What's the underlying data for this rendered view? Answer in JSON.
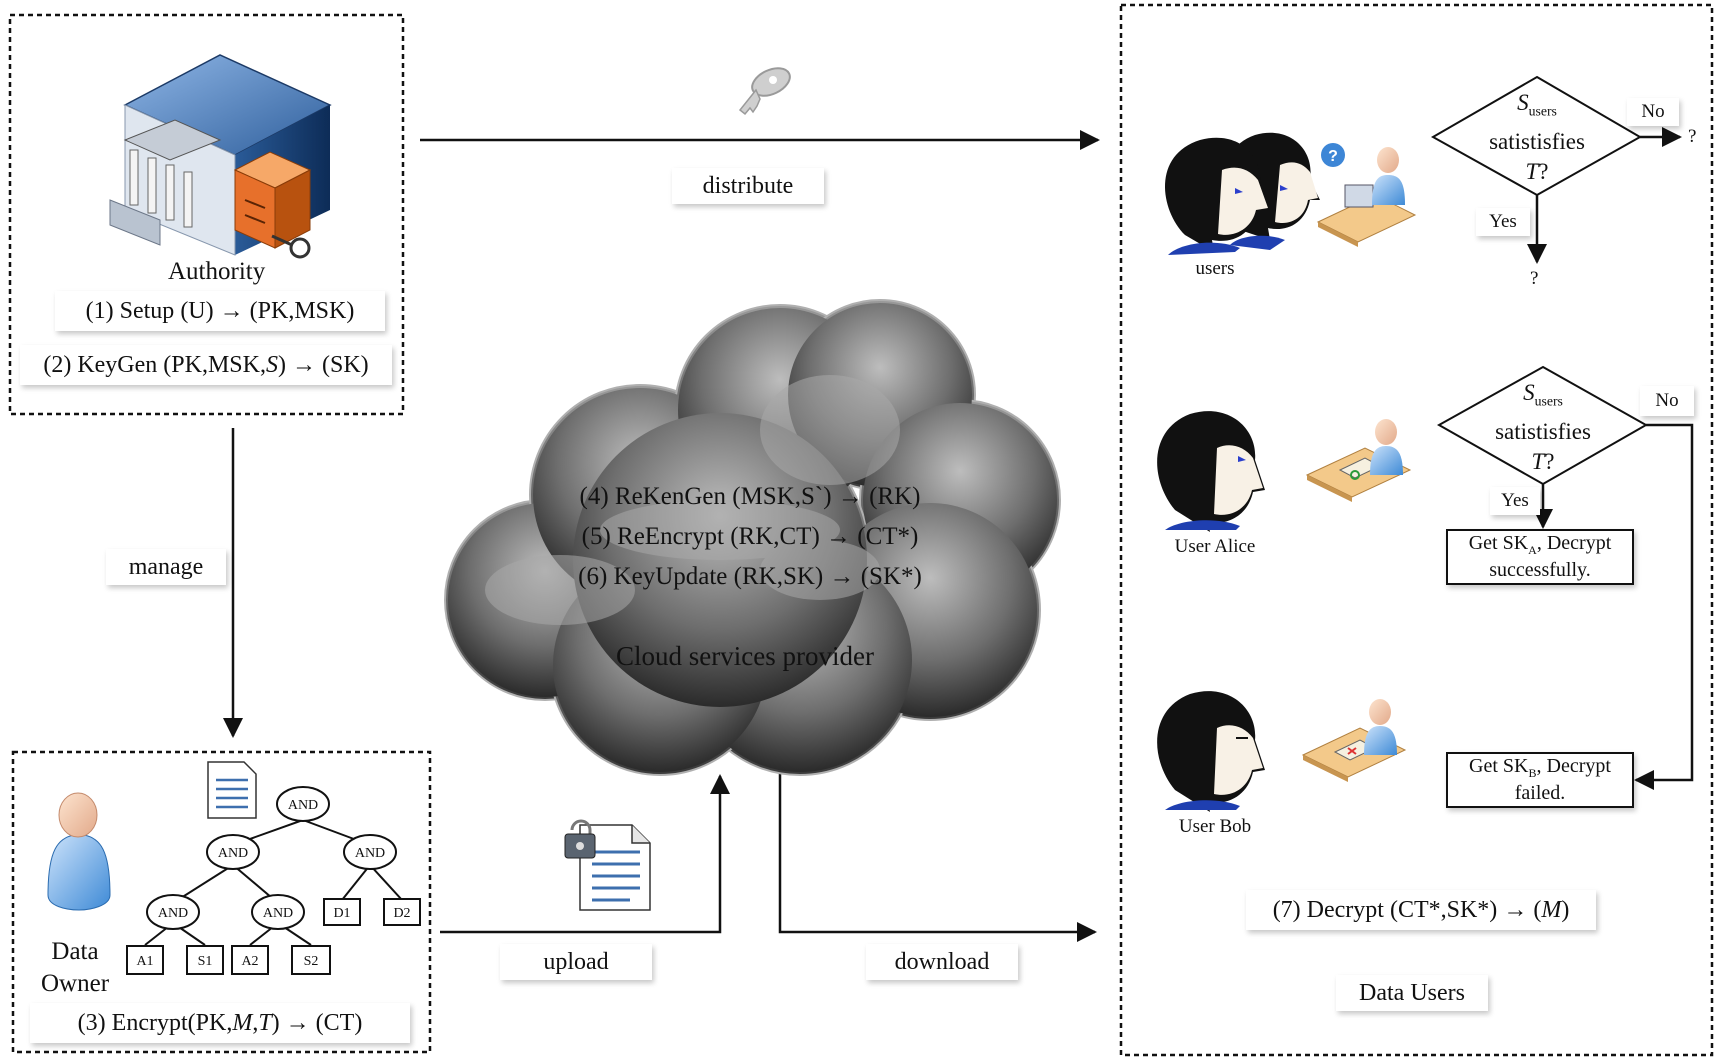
{
  "authority": {
    "label": "Authority",
    "setup": {
      "name": "(1) Setup",
      "input": "(U)",
      "output": "(PK,MSK)"
    },
    "keygen": {
      "name": "(2) KeyGen",
      "input_prefix": "(PK,MSK,",
      "input_var": "S",
      "input_suffix": ")",
      "output": "(SK)"
    }
  },
  "arrow_symbol": "→",
  "flows": {
    "distribute": "distribute",
    "manage": "manage",
    "upload": "upload",
    "download": "download"
  },
  "cloud": {
    "rekengen": {
      "name": "(4) ReKenGen",
      "input": "(MSK,S`)",
      "output": "(RK)"
    },
    "reencrypt": {
      "name": "(5) ReEncrypt",
      "input": "(RK,CT)",
      "output": "(CT*)"
    },
    "keyupdate": {
      "name": "(6) KeyUpdate",
      "input": "(RK,SK)",
      "output": "(SK*)"
    },
    "label": "Cloud services provider"
  },
  "owner": {
    "label_line1": "Data",
    "label_line2": "Owner",
    "encrypt": {
      "name": "(3) Encrypt",
      "input_prefix": "(PK,",
      "input_var1": "M",
      "input_sep": ",",
      "input_var2": "T",
      "input_suffix": ")",
      "output": "(CT)"
    },
    "tree": {
      "root": "AND",
      "left": "AND",
      "right": "AND",
      "left_left": "AND",
      "left_right": "AND",
      "leaves": [
        "A1",
        "S1",
        "A2",
        "S2",
        "D1",
        "D2"
      ]
    }
  },
  "users_panel": {
    "title": "Data Users",
    "users_label": "users",
    "alice_label": "User Alice",
    "bob_label": "User Bob",
    "condition": {
      "var_s": "S",
      "sub": "users",
      "mid": "satistisfies",
      "var_t": "T",
      "q": "?"
    },
    "no": "No",
    "yes": "Yes",
    "unknown": "?",
    "success": {
      "prefix": "Get SK",
      "sub": "A",
      "suffix": ", Decrypt",
      "line2": "successfully."
    },
    "failure": {
      "prefix": "Get SK",
      "sub": "B",
      "suffix": ", Decrypt",
      "line2": "failed."
    },
    "decrypt": {
      "name": "(7) Decrypt",
      "input": "(CT*,SK*)",
      "output_var": "M"
    }
  }
}
